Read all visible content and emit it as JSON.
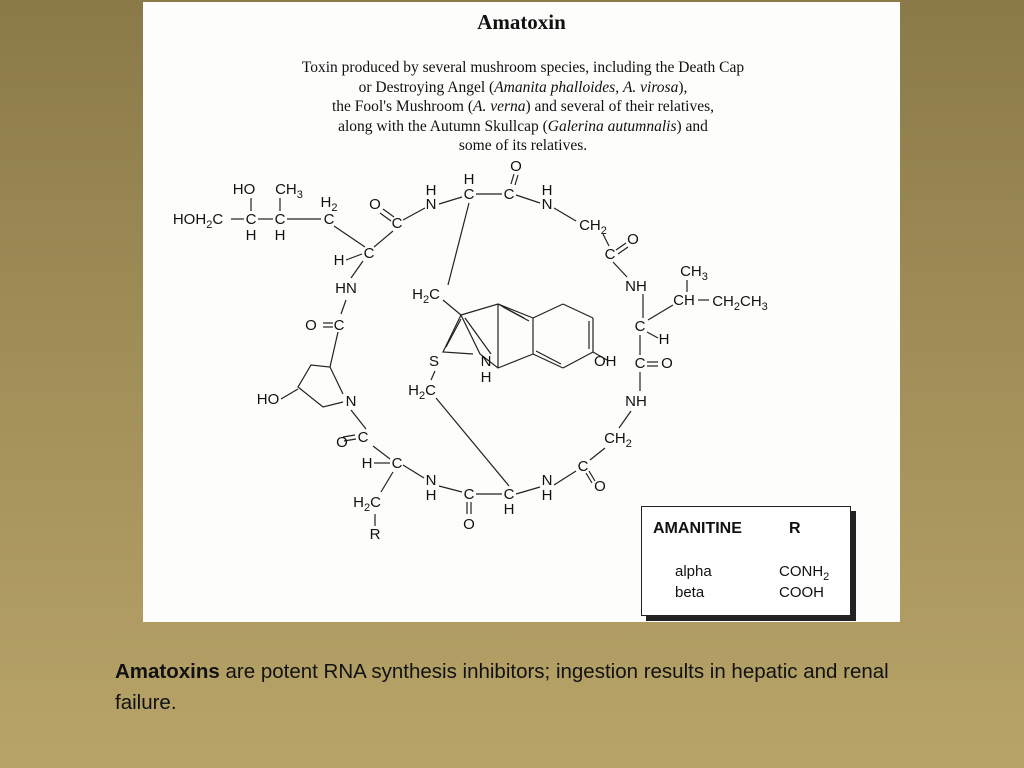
{
  "panel": {
    "title": "Amatoxin",
    "desc": {
      "line1": "Toxin produced by several mushroom species, including the Death Cap",
      "line2_pre": "or Destroying Angel (",
      "line2_sp1": "Amanita phalloides",
      "line2_mid": ", ",
      "line2_sp2": "A. virosa",
      "line2_post": "),",
      "line3_pre": "the Fool's Mushroom (",
      "line3_sp": "A. verna",
      "line3_post": ") and several of their relatives,",
      "line4_pre": "along with the Autumn Skullcap (",
      "line4_sp": "Galerina autumnalis",
      "line4_post": ") and",
      "line5": "some of its relatives."
    }
  },
  "structure": {
    "ho": "HO",
    "ch3": "CH3",
    "h2": "H2",
    "hoh2c": "HOH2C",
    "c": "C",
    "h": "H",
    "o": "O",
    "n": "N",
    "hn": "HN",
    "nh": "NH",
    "oc": "O=C",
    "co": "C=O",
    "ch2": "CH2",
    "h2c": "H2C",
    "s": "S",
    "oh": "OH",
    "r": "R",
    "ch": "CH",
    "ch2ch3": "CH2CH3"
  },
  "legend": {
    "col1": "AMANITINE",
    "col2": "R",
    "rows": [
      {
        "name": "alpha",
        "value": "CONH2"
      },
      {
        "name": "beta",
        "value": "COOH"
      }
    ]
  },
  "caption": {
    "bold": "Amatoxins",
    "rest": " are potent RNA synthesis inhibitors; ingestion results in hepatic and renal failure."
  }
}
